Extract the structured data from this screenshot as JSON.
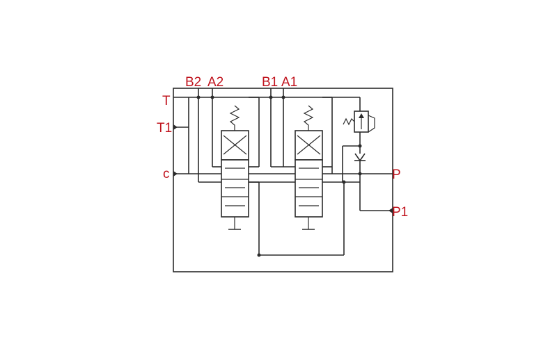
{
  "diagram": {
    "ports": {
      "T": "T",
      "T1": "T1",
      "C": "c",
      "B2": "B2",
      "A2": "A2",
      "B1": "B1",
      "A1": "A1",
      "P": "P",
      "P1": "P1"
    },
    "colors": {
      "label": "#c0141e",
      "line": "#2b2b2b",
      "background": "#ffffff"
    }
  }
}
